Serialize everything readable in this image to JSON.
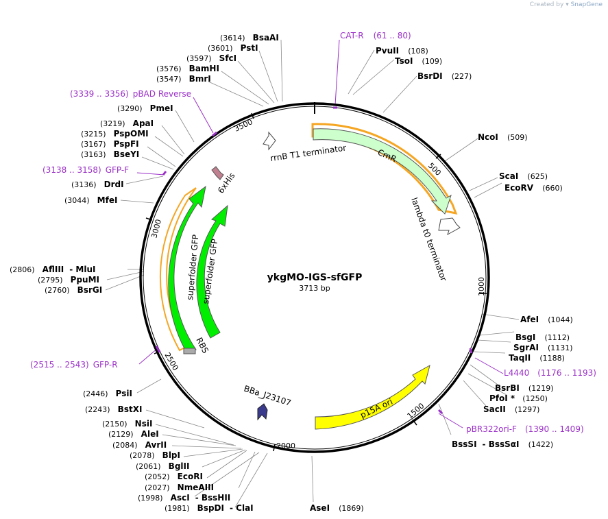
{
  "header": {
    "credit_prefix": "Created by",
    "credit_brand": "SnapGene"
  },
  "plasmid": {
    "name": "ykgMO-IGS-sfGFP",
    "length_label": "3713 bp",
    "length": 3713
  },
  "colors": {
    "primer": "#9b30c8",
    "backbone": "#000000",
    "cmr": "#ccffcc",
    "gfp": "#00ee00",
    "ori": "#ffff00",
    "promoter": "#3a3a8c",
    "tag": "#c08090",
    "orf_highlight": "#f5a623"
  },
  "ticks": [
    {
      "label": "500",
      "pos": 500
    },
    {
      "label": "1000",
      "pos": 1000
    },
    {
      "label": "1500",
      "pos": 1500
    },
    {
      "label": "2000",
      "pos": 2000
    },
    {
      "label": "2500",
      "pos": 2500
    },
    {
      "label": "3000",
      "pos": 3000
    },
    {
      "label": "3500",
      "pos": 3500
    }
  ],
  "features": [
    {
      "name": "CmR",
      "type": "cds",
      "start": 30,
      "end": 690,
      "dir": 1
    },
    {
      "name": "rrnB T1 terminator",
      "type": "terminator"
    },
    {
      "name": "lambda t0 terminator",
      "type": "terminator"
    },
    {
      "name": "p15A ori",
      "type": "origin",
      "start": 1305,
      "end": 1850,
      "dir": -1
    },
    {
      "name": "BBa_J23107",
      "type": "promoter"
    },
    {
      "name": "RBS",
      "type": "rbs"
    },
    {
      "name": "superfolder GFP",
      "type": "cds"
    },
    {
      "name": "superfolder GFP",
      "type": "cds"
    },
    {
      "name": "6xHis",
      "type": "tag"
    }
  ],
  "sites": [
    {
      "name": "BsaAI",
      "pos": "(3614)"
    },
    {
      "name": "PstI",
      "pos": "(3601)"
    },
    {
      "name": "SfcI",
      "pos": "(3597)"
    },
    {
      "name": "BamHI",
      "pos": "(3576)"
    },
    {
      "name": "BmrI",
      "pos": "(3547)"
    },
    {
      "name": "PmeI",
      "pos": "(3290)"
    },
    {
      "name": "ApaI",
      "pos": "(3219)"
    },
    {
      "name": "PspOMI",
      "pos": "(3215)"
    },
    {
      "name": "PspFI",
      "pos": "(3167)"
    },
    {
      "name": "BseYI",
      "pos": "(3163)"
    },
    {
      "name": "DrdI",
      "pos": "(3136)"
    },
    {
      "name": "MfeI",
      "pos": "(3044)"
    },
    {
      "name": "AflIII",
      "name2": "MluI",
      "pos": "(2806)"
    },
    {
      "name": "PpuMI",
      "pos": "(2795)"
    },
    {
      "name": "BsrGI",
      "pos": "(2760)"
    },
    {
      "name": "PsiI",
      "pos": "(2446)"
    },
    {
      "name": "BstXI",
      "pos": "(2243)"
    },
    {
      "name": "NsiI",
      "pos": "(2150)"
    },
    {
      "name": "AleI",
      "pos": "(2129)"
    },
    {
      "name": "AvrII",
      "pos": "(2084)"
    },
    {
      "name": "BlpI",
      "pos": "(2078)"
    },
    {
      "name": "BglII",
      "pos": "(2061)"
    },
    {
      "name": "EcoRI",
      "pos": "(2052)"
    },
    {
      "name": "NmeAIII",
      "pos": "(2027)"
    },
    {
      "name": "AscI",
      "name2": "BssHII",
      "pos": "(1998)"
    },
    {
      "name": "BspDI",
      "name2": "ClaI",
      "pos": "(1981)"
    },
    {
      "name": "AseI",
      "pos": "(1869)"
    },
    {
      "name": "BssSI",
      "name2": "BssSαI",
      "pos": "(1422)"
    },
    {
      "name": "SacII",
      "pos": "(1297)"
    },
    {
      "name": "PfoI *",
      "pos": "(1250)"
    },
    {
      "name": "BsrBI",
      "pos": "(1219)"
    },
    {
      "name": "TaqII",
      "pos": "(1188)"
    },
    {
      "name": "SgrAI",
      "pos": "(1131)"
    },
    {
      "name": "BsgI",
      "pos": "(1112)"
    },
    {
      "name": "AfeI",
      "pos": "(1044)"
    },
    {
      "name": "EcoRV",
      "pos": "(660)"
    },
    {
      "name": "ScaI",
      "pos": "(625)"
    },
    {
      "name": "NcoI",
      "pos": "(509)"
    },
    {
      "name": "BsrDI",
      "pos": "(227)"
    },
    {
      "name": "TsoI",
      "pos": "(109)"
    },
    {
      "name": "PvuII",
      "pos": "(108)"
    }
  ],
  "primers": [
    {
      "name": "CAT-R",
      "range": "(61 .. 80)"
    },
    {
      "name": "pBAD Reverse",
      "range": "(3339 .. 3356)"
    },
    {
      "name": "GFP-F",
      "range": "(3138 .. 3158)"
    },
    {
      "name": "GFP-R",
      "range": "(2515 .. 2543)"
    },
    {
      "name": "L4440",
      "range": "(1176 .. 1193)"
    },
    {
      "name": "pBR322ori-F",
      "range": "(1390 .. 1409)"
    }
  ]
}
